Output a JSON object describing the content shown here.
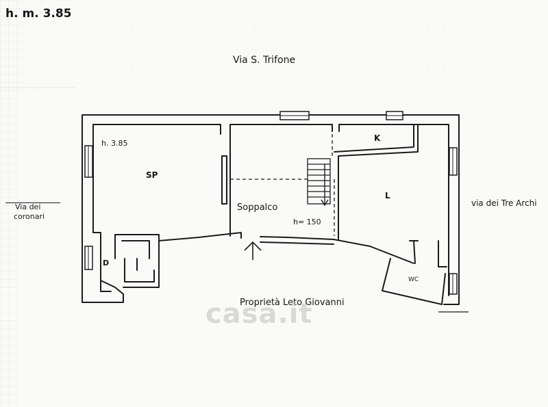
{
  "header": {
    "height_label": "h. m. 3.85"
  },
  "streets": {
    "north": "Via S. Trifone",
    "west_line1": "Via dei",
    "west_line2": "coronari",
    "east": "via dei Tre Archi",
    "south": "Proprietà Leto Giovanni"
  },
  "rooms": {
    "sp": "SP",
    "sp_height": "h. 3.85",
    "soppalco": "Soppalco",
    "soppalco_height": "h= 150",
    "kitchen": "K",
    "living": "L",
    "wc": "WC",
    "closet": "D"
  },
  "watermark": "casa.it",
  "colors": {
    "line": "#1a1a1a",
    "grid": "#d8d8d8",
    "paper": "#fafaf8"
  },
  "icons": {
    "entrance": "entrance-arrow-icon",
    "stairs": "stair-arrow-icon"
  }
}
